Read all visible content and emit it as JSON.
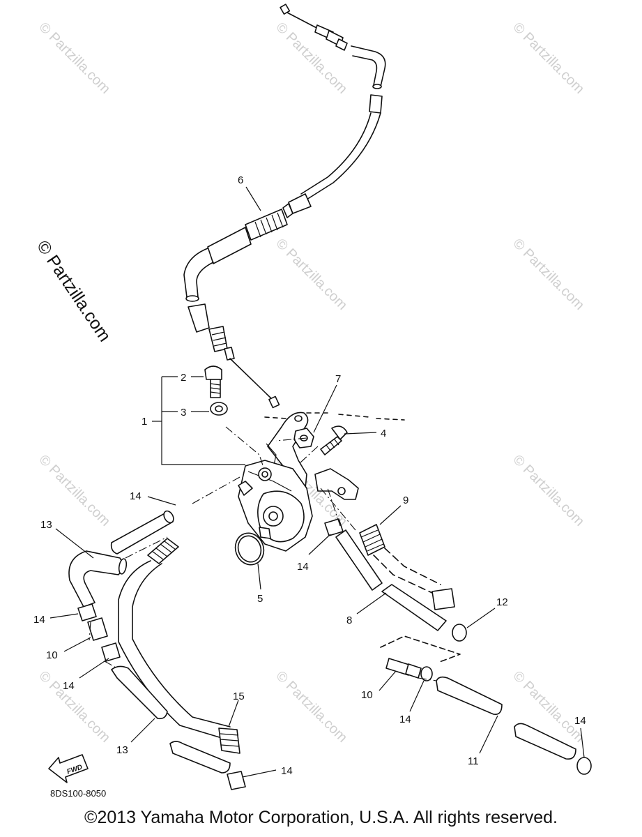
{
  "watermark": {
    "text": "© Partzilla.com"
  },
  "callouts": [
    "1",
    "2",
    "3",
    "4",
    "5",
    "6",
    "7",
    "8",
    "9",
    "10",
    "11",
    "12",
    "13",
    "14",
    "15"
  ],
  "fwd_label": "FWD",
  "part_code": "8DS100-8050",
  "copyright": "©2013 Yamaha Motor Corporation, U.S.A. All rights reserved."
}
